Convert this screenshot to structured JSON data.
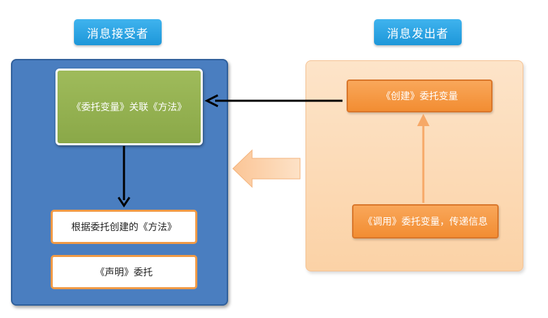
{
  "receiver": {
    "title": "消息接受者",
    "associate_box": "《委托变量》关联《方法》",
    "method_box": "根据委托创建的《方法》",
    "declare_box": "《声明》委托"
  },
  "sender": {
    "title": "消息发出者",
    "create_box": "《创建》委托变量",
    "invoke_box": "《调用》委托变量，传递信息"
  },
  "colors": {
    "receiver_panel": "#4a7ec0",
    "sender_panel": "#fbd9b3",
    "title_tag": "#2ba4e6",
    "green_box": "#94b04f",
    "orange_box": "#f59a45",
    "box_border_orange": "#f19a45"
  }
}
